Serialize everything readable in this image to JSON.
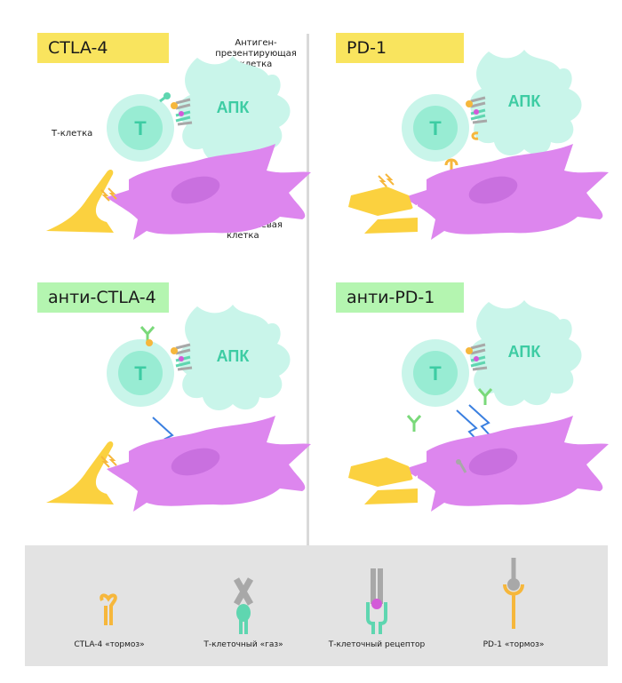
{
  "panels": {
    "top_left": {
      "title": "CTLA-4"
    },
    "top_right": {
      "title": "PD-1"
    },
    "bottom_left": {
      "title": "анти-CTLA-4"
    },
    "bottom_right": {
      "title": "анти-PD-1"
    }
  },
  "notes": {
    "apc_line1": "Антиген-презентирующая",
    "apc_line2": "клетка",
    "t_cell": "Т-клетка",
    "tumor_line1": "Опухолевая",
    "tumor_line2": "клетка"
  },
  "cells": {
    "t_letter": "Т",
    "apc_abbrev": "АПК"
  },
  "legend": {
    "items": [
      {
        "label": "CTLA-4 «тормоз»",
        "icon": "ctla4-receptor-icon"
      },
      {
        "label": "Т-клеточный «газ»",
        "icon": "cd28-receptor-icon"
      },
      {
        "label": "Т-клеточный рецептор",
        "icon": "tcr-receptor-icon"
      },
      {
        "label": "PD-1 «тормоз»",
        "icon": "pd1-receptor-icon"
      }
    ]
  },
  "colors": {
    "t_cell": "#c9f5ea",
    "t_core": "#98ecd3",
    "t_letter": "#3dcca3",
    "apc": "#c9f5ea",
    "tumor": "#dd86ee",
    "tumor_nucleus": "#c970df",
    "ctla4": "#f6b73c",
    "pd1": "#f6b73c",
    "tcr": "#5fd6b0",
    "grey": "#a8a8a8",
    "antibody": "#7ad97a",
    "signal": "#3a7fe0",
    "pedal": "#fbd13f"
  }
}
